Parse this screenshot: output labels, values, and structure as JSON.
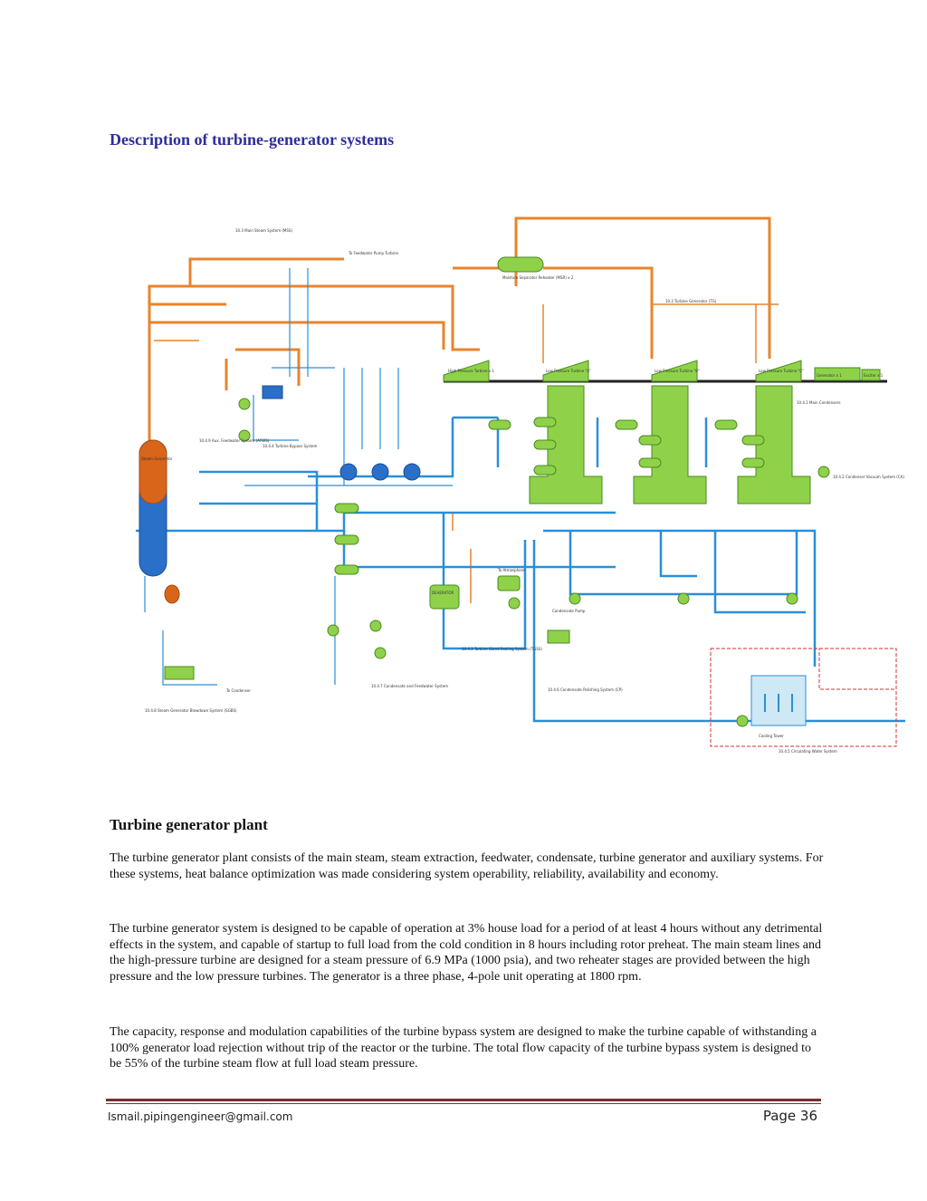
{
  "document": {
    "title": "Description of turbine-generator systems",
    "section_heading": "Turbine generator plant",
    "paragraphs": [
      "The turbine generator plant consists of the main steam, steam extraction, feedwater, condensate, turbine generator and auxiliary systems. For these systems, heat balance optimization was made considering system operability, reliability, availability and economy.",
      "The turbine generator system is designed to be capable of operation at 3% house load for a period of at least 4 hours without any detrimental effects in the system, and capable of startup to full load from the cold condition in 8 hours including rotor preheat. The main steam lines and the high-pressure turbine are designed for a steam pressure of 6.9 MPa (1000 psia), and two reheater stages are provided between the high pressure and the low pressure turbines. The generator is a three phase, 4-pole unit operating at 1800 rpm.",
      "The capacity, response and modulation capabilities of the turbine bypass system are designed to make the turbine capable of withstanding a 100% generator load rejection without trip of the reactor or the turbine. The total flow capacity of the turbine bypass system is designed to be 55% of the turbine steam flow at full load steam pressure."
    ]
  },
  "diagram": {
    "labels": {
      "main_steam": "10.3 Main Steam System (MSS)",
      "turbine_generator": "10.2 Turbine Generator (TG)",
      "main_condensers": "10.4.1 Main Condensers",
      "condenser_vacuum": "10.4.2 Condenser Vacuum System (CA)",
      "turbine_bypass": "10.4.4 Turbine Bypass System",
      "aux_feedwater": "10.4.9 Aux. Feedwater System (AFWS)",
      "condensate_feedwater": "10.4.7 Condensate and Feedwater System",
      "gland_sealing": "10.4.3 Turbine Gland Sealing System (TGSS)",
      "condensate_polishing": "10.4.6 Condensate Polishing System (CP)",
      "circulating_water": "10.4.5 Circulating Water System",
      "sg_blowdown": "10.4.8 Steam Generator Blowdown System (SGBS)",
      "hp_turbine": "High Pressure Turbine x 1",
      "lp_turbine_a": "Low Pressure Turbine \"A\"",
      "lp_turbine_b": "Low Pressure Turbine \"B\"",
      "lp_turbine_c": "Low Pressure Turbine \"C\"",
      "generator": "Generator x 1",
      "exciter": "Exciter x 1",
      "moisture_separator": "Moisture Separator Reheater (MSR) x 2",
      "steam_generator": "Steam Generator",
      "deaerator": "DEAERATOR",
      "cooling_tower": "Cooling Tower",
      "condensate_pump": "Condensate Pump",
      "to_feedwater_pump_turbine": "To Feedwater Pump Turbine",
      "to_atmosphere": "To Atmosphere",
      "to_condenser": "To Condenser"
    },
    "colors": {
      "steam": "#e8842c",
      "water": "#2a8fd8",
      "equipment": "#8fd24a",
      "vessel": "#d8651a",
      "reactor": "#2a6fc8",
      "boundary": "#d63030"
    }
  },
  "footer": {
    "email": "Ismail.pipingengineer@gmail.com",
    "page_label": "Page 36"
  }
}
